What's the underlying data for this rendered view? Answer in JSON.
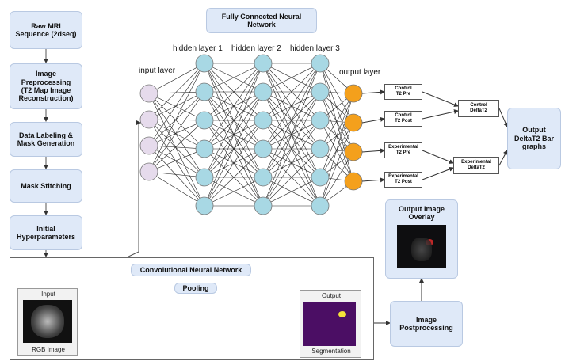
{
  "pipeline": [
    {
      "label": "Raw MRI\nSequence (2dseq)"
    },
    {
      "label": "Image\nPreprocessing\n(T2 Map Image\nReconstruction)"
    },
    {
      "label": "Data Labeling &\nMask Generation"
    },
    {
      "label": "Mask Stitching"
    },
    {
      "label": "Initial\nHyperparameters"
    }
  ],
  "fcnn": {
    "title": "Fully Connected Neural\nNetwork",
    "layers": [
      {
        "label": "input layer",
        "nodes": 4
      },
      {
        "label": "hidden layer 1",
        "nodes": 6
      },
      {
        "label": "hidden layer 2",
        "nodes": 6
      },
      {
        "label": "hidden layer 3",
        "nodes": 6
      },
      {
        "label": "output layer",
        "nodes": 4
      }
    ],
    "colors": {
      "input": "#e6dbec",
      "hidden": "#a8d8e4",
      "output": "#f4a01c"
    }
  },
  "outputs": [
    "Control\nT2 Pre",
    "Control\nT2 Post",
    "Experimental\nT2 Pre",
    "Experimental\nT2 Post"
  ],
  "deltas": [
    "Control\nDeltaT2",
    "Experimental\nDeltaT2"
  ],
  "final_output": "Output\nDeltaT2 Bar\ngraphs",
  "cnn": {
    "title": "Convolutional Neural Network",
    "pooling": "Pooling",
    "input_caption": "Input",
    "input_sub": "RGB Image",
    "output_caption": "Output",
    "output_sub": "Segmentation"
  },
  "output_overlay": "Output Image\nOverlay",
  "postprocessing": "Image\nPostprocessing"
}
